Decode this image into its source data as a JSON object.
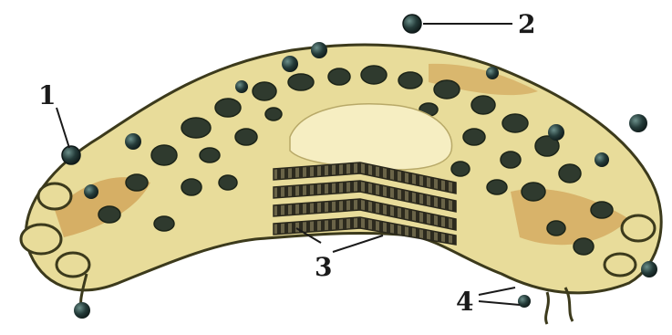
{
  "figure": {
    "callouts": [
      {
        "id": "1",
        "text": "1"
      },
      {
        "id": "2",
        "text": "2"
      },
      {
        "id": "3",
        "text": "3"
      },
      {
        "id": "4",
        "text": "4"
      }
    ]
  },
  "colors": {
    "background": "#ffffff",
    "membrane": "#e8dc9a",
    "membrane_outline": "#3c3a1c",
    "cavity": "#2f3a2e",
    "lumen": "#f6eec2",
    "stack": "#5e5940",
    "vesicle": "#253c3a",
    "accent_orange": "#c78a3a",
    "label": "#1a1a1a"
  }
}
